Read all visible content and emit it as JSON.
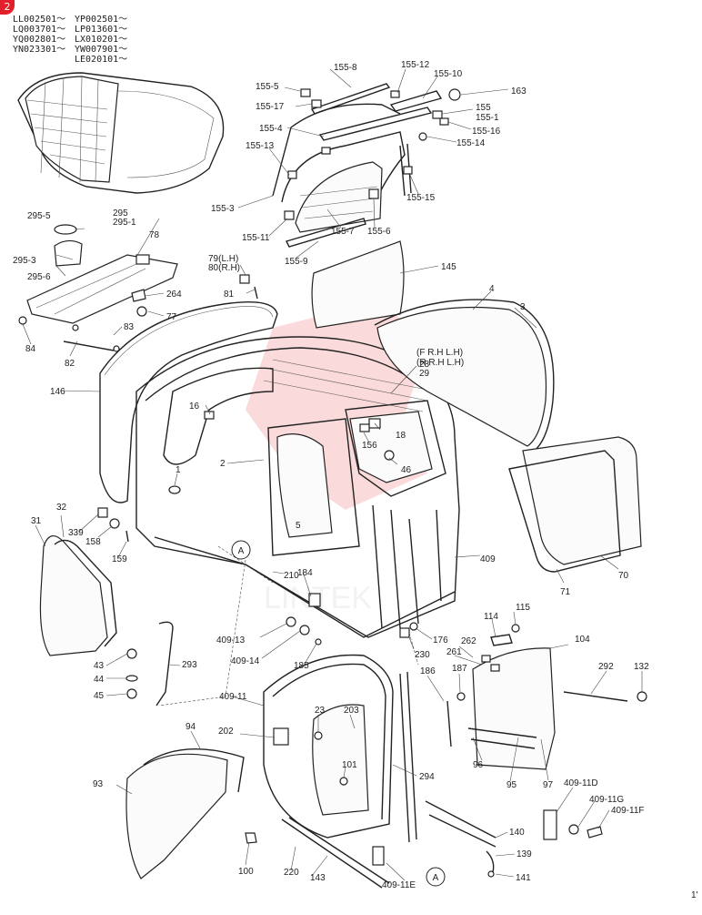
{
  "badge": {
    "text": "2",
    "color": "#e0202a"
  },
  "serials": [
    [
      "LL002501～",
      "YP002501～"
    ],
    [
      "LQ003701～",
      "LP013601～"
    ],
    [
      "YQ002801～",
      "LX010201～"
    ],
    [
      "YN023301～",
      "YW007901～"
    ],
    [
      "",
      "LE020101～"
    ]
  ],
  "hand_note": "(F R.H L.H)\n(R R.H L.H)",
  "callouts": [
    "A",
    "A"
  ],
  "watermark": {
    "text": "LINTEK",
    "color": "#e53030"
  },
  "page_corner": "1'",
  "labels": [
    "155-8",
    "155-12",
    "155-10",
    "163",
    "155-5",
    "155-17",
    "155",
    "155-1",
    "155-16",
    "155-4",
    "155-14",
    "155-13",
    "155-15",
    "155-3",
    "155-11",
    "155-7",
    "155-6",
    "155-9",
    "145",
    "295-5",
    "295",
    "295-1",
    "78",
    "295-3",
    "295-6",
    "79(L.H)",
    "80(R.H)",
    "81",
    "264",
    "77",
    "83",
    "84",
    "82",
    "4",
    "3",
    "28",
    "29",
    "146",
    "16",
    "18",
    "156",
    "46",
    "2",
    "1",
    "5",
    "32",
    "31",
    "339",
    "158",
    "159",
    "70",
    "71",
    "409",
    "210",
    "184",
    "409-13",
    "409-14",
    "176",
    "185",
    "230",
    "114",
    "115",
    "262",
    "104",
    "261",
    "187",
    "292",
    "132",
    "43",
    "44",
    "45",
    "293",
    "409-11",
    "186",
    "23",
    "203",
    "202",
    "94",
    "93",
    "101",
    "294",
    "96",
    "95",
    "97",
    "409-11D",
    "409-11G",
    "409-11F",
    "140",
    "139",
    "141",
    "100",
    "220",
    "143",
    "409-11E"
  ]
}
